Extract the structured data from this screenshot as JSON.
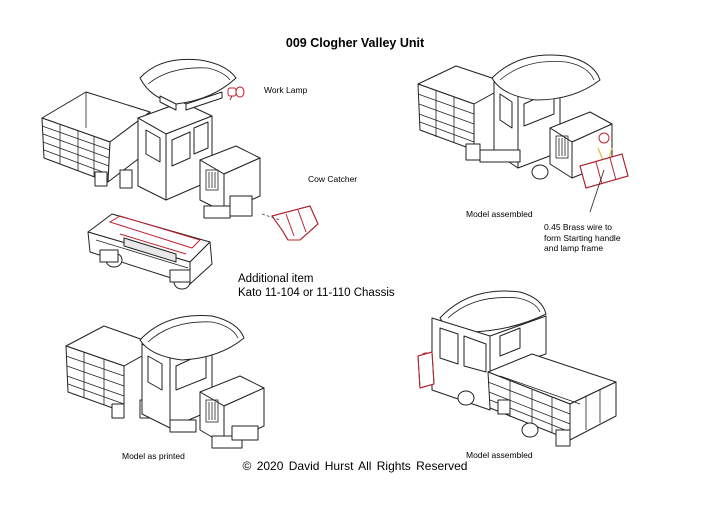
{
  "title": "009 Clogher Valley Unit",
  "labels": {
    "work_lamp": "Work Lamp",
    "cow_catcher": "Cow Catcher",
    "model_assembled_top": "Model assembled",
    "brass_wire": [
      "0.45 Brass wire to",
      "form Starting handle",
      "and lamp frame"
    ],
    "additional_item": [
      "Additional item",
      "Kato 11-104 or 11-110 Chassis"
    ],
    "model_as_printed": "Model as printed",
    "model_assembled_bottom": "Model assembled"
  },
  "copyright": "©  2020   David Hurst    All  Rights Reserved",
  "colors": {
    "line": "#222222",
    "accent": "#c02030",
    "highlight": "#d8c040",
    "background": "#ffffff"
  }
}
